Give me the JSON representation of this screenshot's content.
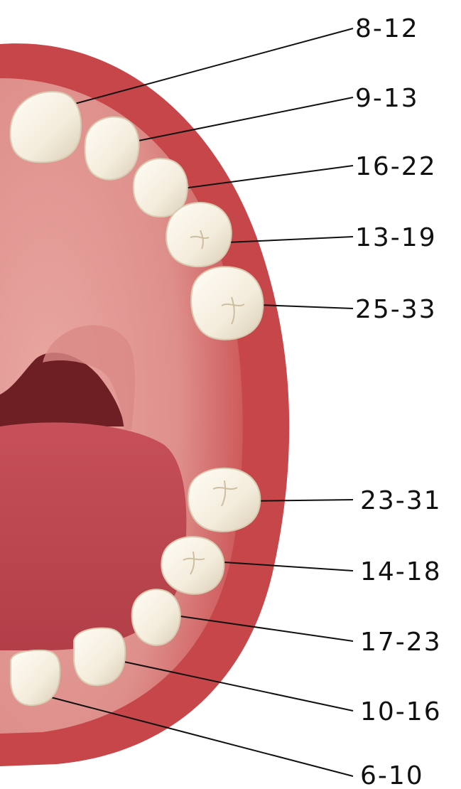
{
  "colors": {
    "gum_outer": "#c8474a",
    "gum_inner": "#e7a19c",
    "tongue": "#c9555c",
    "throat": "#6e1f24",
    "tooth": "#f7f1e3",
    "line": "#111111"
  },
  "upper_teeth": [
    {
      "label": "8-12",
      "tooth_type": "central incisor"
    },
    {
      "label": "9-13",
      "tooth_type": "lateral incisor"
    },
    {
      "label": "16-22",
      "tooth_type": "canine"
    },
    {
      "label": "13-19",
      "tooth_type": "first molar"
    },
    {
      "label": "25-33",
      "tooth_type": "second molar"
    }
  ],
  "lower_teeth": [
    {
      "label": "23-31",
      "tooth_type": "second molar"
    },
    {
      "label": "14-18",
      "tooth_type": "first molar"
    },
    {
      "label": "17-23",
      "tooth_type": "canine"
    },
    {
      "label": "10-16",
      "tooth_type": "lateral incisor"
    },
    {
      "label": "6-10",
      "tooth_type": "central incisor"
    }
  ]
}
